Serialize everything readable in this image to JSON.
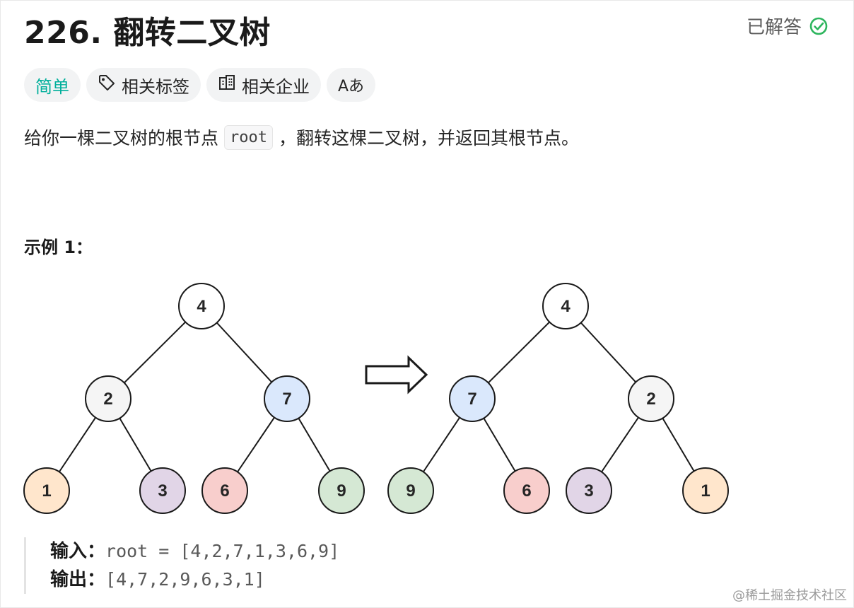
{
  "problem": {
    "title": "226. 翻转二叉树",
    "status": "已解答",
    "tags": {
      "difficulty": "简单",
      "related_topics": "相关标签",
      "related_companies": "相关企业",
      "font_toggle": "Aあ"
    },
    "description": {
      "before": "给你一棵二叉树的根节点",
      "code": "root",
      "after": "，翻转这棵二叉树，并返回其根节点。"
    },
    "example": {
      "title": "示例 1：",
      "input_label": "输入：",
      "input_value": "root = [4,2,7,1,3,6,9]",
      "output_label": "输出：",
      "output_value": "[4,7,2,9,6,3,1]"
    }
  },
  "diagram": {
    "left_tree": [
      "4",
      "2",
      "7",
      "1",
      "3",
      "6",
      "9"
    ],
    "right_tree": [
      "4",
      "7",
      "2",
      "9",
      "6",
      "3",
      "1"
    ]
  },
  "colors": {
    "accent_green": "#00af9b",
    "check_green": "#2db55d",
    "node_white": "#ffffff",
    "node_gray": "#f5f5f5",
    "node_blue": "#dae8fc",
    "node_orange": "#ffe6cc",
    "node_purple": "#e1d5e7",
    "node_red": "#f8cecc",
    "node_green": "#d5e8d4"
  },
  "watermark": "@稀土掘金技术社区",
  "icons": [
    "check-circle-icon",
    "tag-icon",
    "building-icon",
    "translate-icon",
    "arrow-right-icon"
  ]
}
